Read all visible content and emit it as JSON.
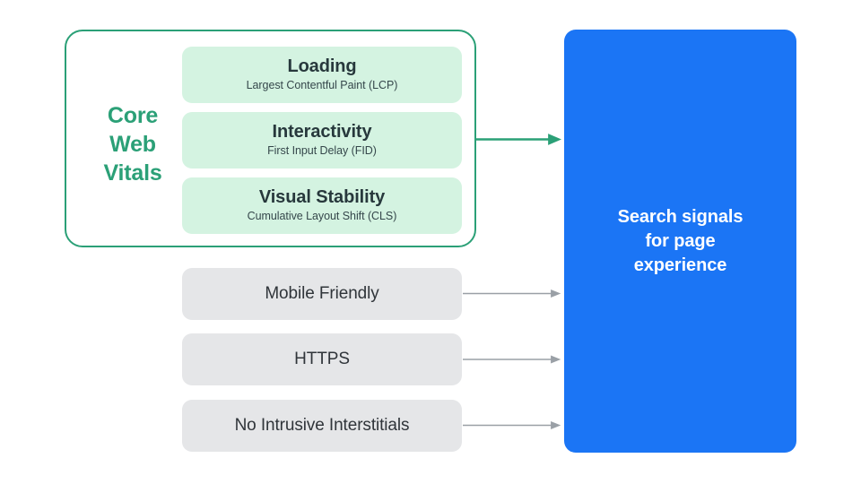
{
  "colors": {
    "background": "#ffffff",
    "green_accent": "#2ba077",
    "mint_card": "#d4f3e1",
    "gray_card": "#e5e6e8",
    "blue_panel": "#1b75f5",
    "gray_arrow": "#9aa0a6",
    "dark_text": "#27383c",
    "white_text": "#ffffff"
  },
  "core_web_vitals": {
    "group_label": "Core\nWeb\nVitals",
    "group_label_lines": [
      "Core",
      "Web",
      "Vitals"
    ],
    "metrics": [
      {
        "title": "Loading",
        "subtitle": "Largest Contentful Paint (LCP)",
        "abbreviation": "LCP"
      },
      {
        "title": "Interactivity",
        "subtitle": "First Input Delay (FID)",
        "abbreviation": "FID"
      },
      {
        "title": "Visual Stability",
        "subtitle": "Cumulative Layout Shift (CLS)",
        "abbreviation": "CLS"
      }
    ]
  },
  "other_signals": [
    {
      "label": "Mobile Friendly"
    },
    {
      "label": "HTTPS"
    },
    {
      "label": "No Intrusive Interstitials"
    }
  ],
  "outcome": {
    "text": "Search signals\nfor page\nexperience",
    "lines": [
      "Search signals",
      "for page",
      "experience"
    ]
  },
  "arrows": {
    "core_web_vitals_arrow": "green-arrow-right",
    "signal_arrows": [
      "gray-arrow-right",
      "gray-arrow-right",
      "gray-arrow-right"
    ]
  }
}
